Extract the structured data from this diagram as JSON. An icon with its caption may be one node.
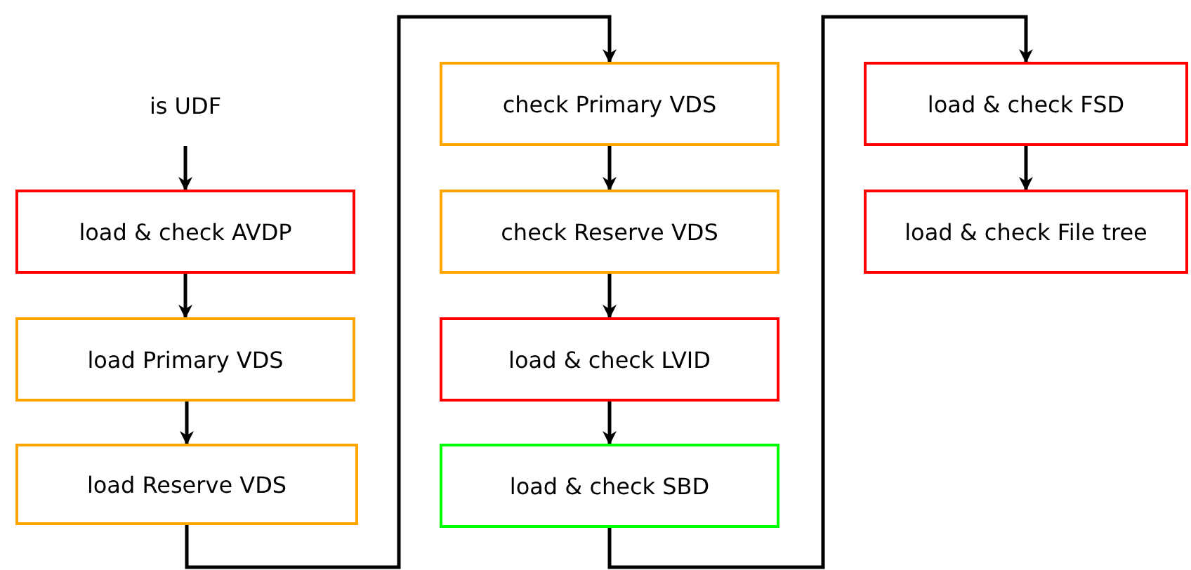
{
  "diagram": {
    "nodes": [
      {
        "text": [
          "is UDF"
        ]
      },
      {
        "text": [
          "load & check AVDP"
        ]
      },
      {
        "text": [
          "load Primary VDS"
        ]
      },
      {
        "text": [
          "load Reserve VDS"
        ]
      },
      {
        "text": [
          "check Primary VDS"
        ]
      },
      {
        "text": [
          "check Reserve VDS"
        ]
      },
      {
        "text": [
          "load & check LVID"
        ]
      },
      {
        "text": [
          "load & check SBD"
        ]
      },
      {
        "text": [
          "load & check FSD"
        ]
      },
      {
        "text": [
          "load & check File tree"
        ]
      }
    ],
    "edges": [
      {
        "from": 0,
        "to": 1,
        "arrow": "to"
      },
      {
        "from": 1,
        "to": 2,
        "arrow": "to"
      },
      {
        "from": 2,
        "to": 3,
        "arrow": "to"
      },
      {
        "from": 3,
        "to": 4,
        "arrow": "to"
      },
      {
        "from": 4,
        "to": 5,
        "arrow": "to"
      },
      {
        "from": 5,
        "to": 6,
        "arrow": "to"
      },
      {
        "from": 6,
        "to": 7,
        "arrow": "to"
      },
      {
        "from": 7,
        "to": 8,
        "arrow": "to"
      },
      {
        "from": 8,
        "to": 9,
        "arrow": "to"
      }
    ]
  }
}
